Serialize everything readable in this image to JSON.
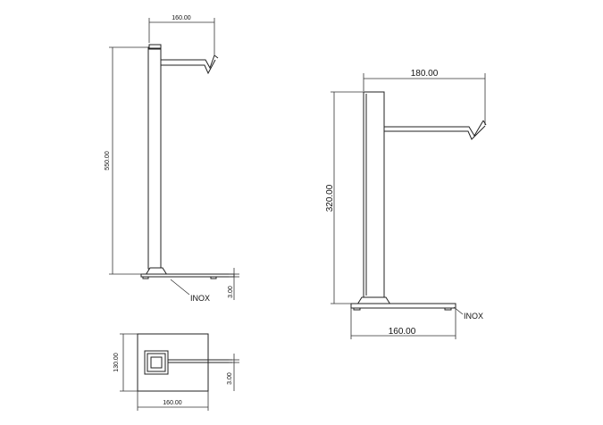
{
  "dimensions": {
    "left_top_width": "160.00",
    "left_height": "550.00",
    "left_base_thickness": "3.00",
    "right_top_width": "180.00",
    "right_height": "320.00",
    "right_base_width": "160.00",
    "plan_height": "130.00",
    "plan_width": "160.00",
    "plan_thickness": "3.00"
  },
  "labels": {
    "left_material": "INOX",
    "right_material": "INOX"
  }
}
